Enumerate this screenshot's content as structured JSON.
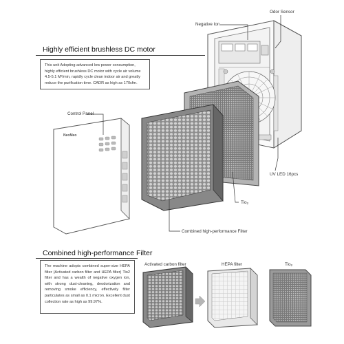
{
  "motor_section": {
    "heading": "Highly efficient brushless DC motor",
    "description": "This unit Adopting advanced low power consumption, highly efficient brushless DC motor with cycle air volume 4.5-5.1 M³/min, rapidly cycle clean indoor air and greatly reduce the purification time. CADR as high as 170cfm."
  },
  "filter_section": {
    "heading": "Combined high-performance Filter",
    "description": "The machine adopts combined super-size HEPA filter (Activated carbon filter and HEPA filter) Tio2 filter and has a wealth of negative oxygen ion, with strong dust-cleaning, deodorization and removing smoke efficiency, effectively filter particulates as small as 0.1 micron. Excellent dust collection rate as high as 99.97%."
  },
  "device": {
    "brand": "NeoMeo"
  },
  "callouts": {
    "odor_sensor": "Odor Sensor",
    "negative_ion": "Negative Ion",
    "control_panel": "Control Panel",
    "uv_led": "UV LED 16pcs",
    "tio2_main": "Tio",
    "tio2_sub": "2",
    "combined_filter": "Combined high-performance Filter"
  },
  "filter_row": {
    "activated_carbon": "Activated carbon filter",
    "hepa": "HEPA filter",
    "tio2_main": "Tio",
    "tio2_sub": "2"
  }
}
